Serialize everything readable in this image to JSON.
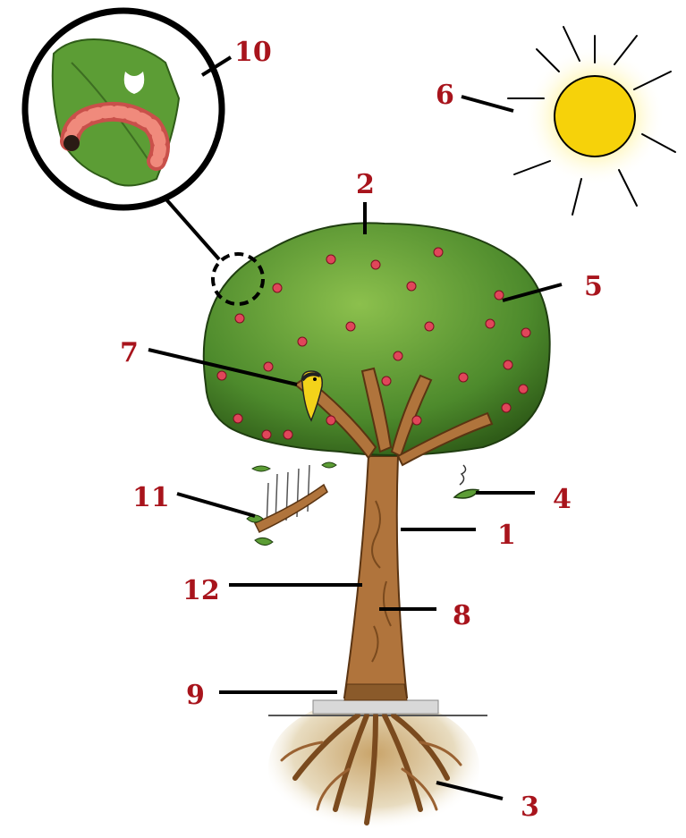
{
  "colors": {
    "label": "#a8141c",
    "leader": "#000000",
    "foliage": "#5f9a36",
    "foliage_dark": "#3d6e22",
    "trunk": "#b0743c",
    "trunk_dark": "#7a4a1e",
    "fruit": "#e0465a",
    "sun": "#f6d20a",
    "caterpillar": "#e8756a"
  },
  "labels": {
    "n1": "1",
    "n2": "2",
    "n3": "3",
    "n4": "4",
    "n5": "5",
    "n6": "6",
    "n7": "7",
    "n8": "8",
    "n9": "9",
    "n10": "10",
    "n11": "11",
    "n12": "12"
  },
  "icons": {
    "sun": "sun-icon",
    "bird": "bird-icon",
    "caterpillar": "caterpillar-icon",
    "magnifier": "magnifier-icon"
  }
}
